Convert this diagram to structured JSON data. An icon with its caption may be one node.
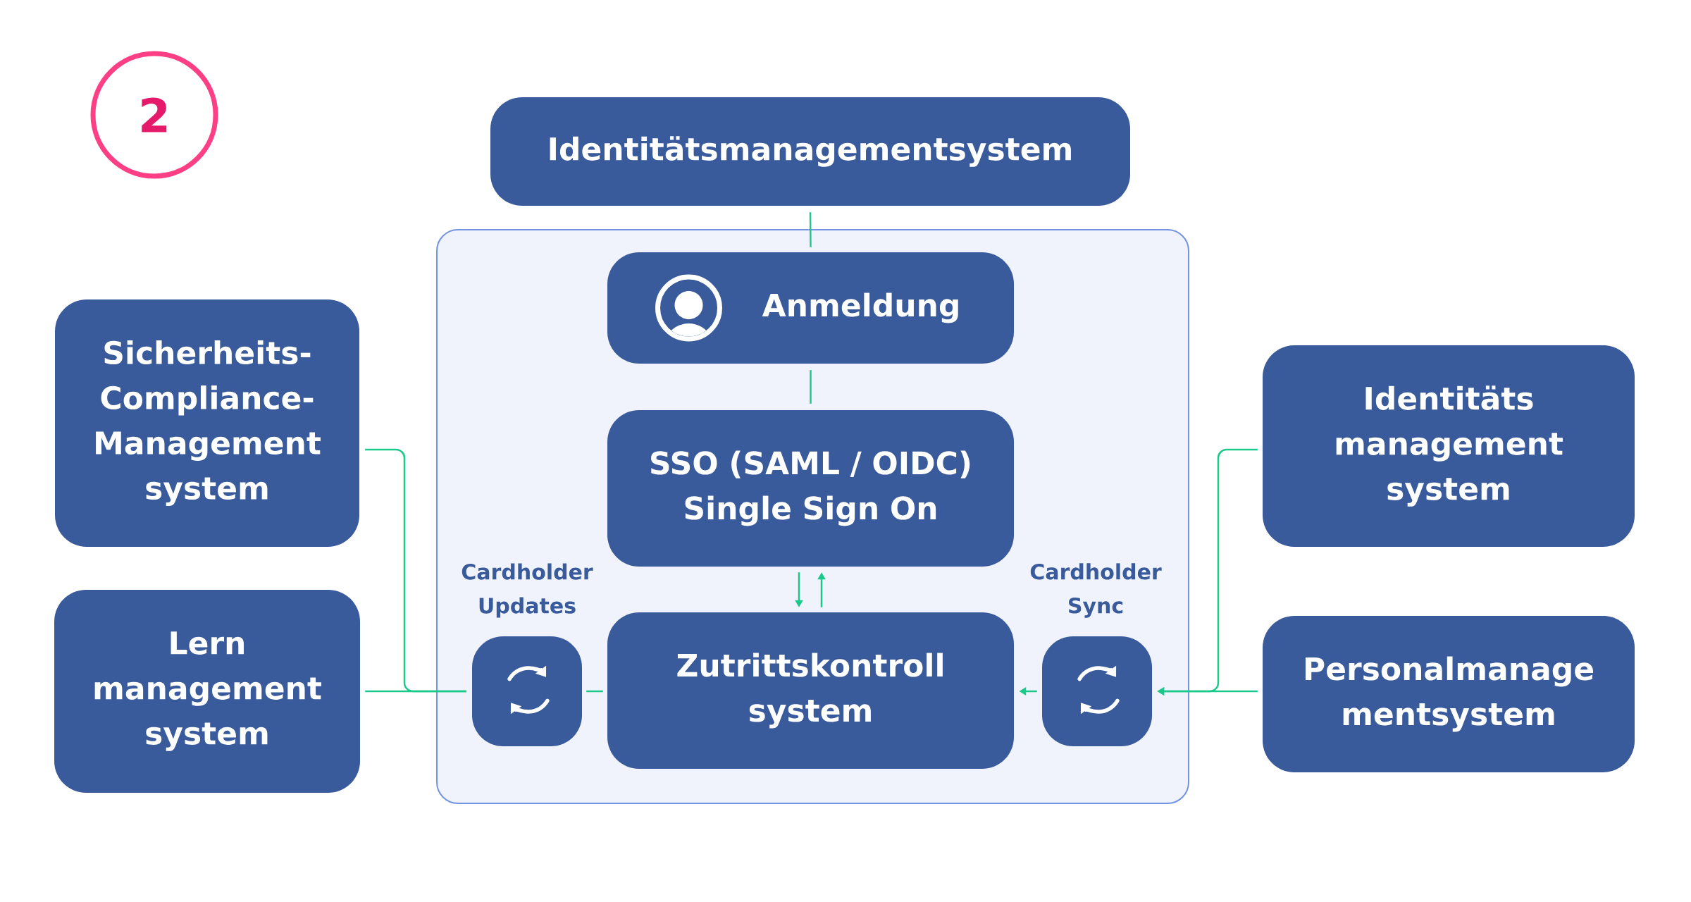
{
  "diagram": {
    "nodes": [
      {
        "text": [
          "2"
        ]
      },
      {
        "text": [
          "Identitätsmanagementsystem"
        ]
      },
      {
        "text": [],
        "shape": "box"
      },
      {
        "text": [
          "Anmeldung"
        ],
        "in": 2
      },
      {
        "text": [
          "Sicherheits- Compliance- Management system"
        ]
      },
      {
        "text": [
          "Identitäts management system"
        ]
      },
      {
        "text": [
          "SSO (SAML / OIDC)",
          "Single Sign On"
        ],
        "in": 2
      },
      {
        "text": [
          "Lern management system"
        ]
      },
      {
        "text": [],
        "shape": "box",
        "in": 2,
        "beside": [
          "Cardholder Updates"
        ]
      },
      {
        "text": [
          "Zutrittskontroll system"
        ],
        "in": 2
      },
      {
        "text": [],
        "shape": "box",
        "in": 2,
        "beside": [
          "Cardholder Sync"
        ]
      },
      {
        "text": [
          "Personalmanage mentsystem"
        ]
      }
    ],
    "edges": [
      {
        "from": 1,
        "to": 3,
        "arrow": "none"
      },
      {
        "from": 3,
        "to": 6,
        "arrow": "none"
      },
      {
        "from": 6,
        "to": 9,
        "arrow": "to"
      },
      {
        "from": 9,
        "to": 6,
        "arrow": "to"
      },
      {
        "from": 4,
        "to": 8,
        "arrow": "none"
      },
      {
        "from": 7,
        "to": 8,
        "arrow": "none"
      },
      {
        "from": 8,
        "to": 9,
        "arrow": "none"
      },
      {
        "from": 5,
        "to": 10,
        "arrow": "to"
      },
      {
        "from": 11,
        "to": 10,
        "arrow": "to"
      },
      {
        "from": 10,
        "to": 9,
        "arrow": "to"
      }
    ]
  }
}
